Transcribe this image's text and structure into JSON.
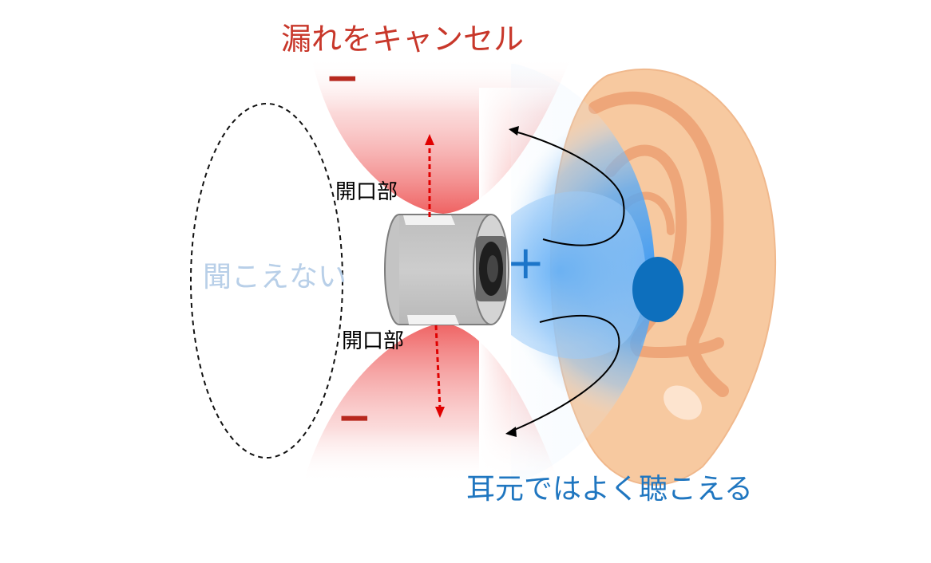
{
  "labels": {
    "cancel_leak": "漏れをキャンセル",
    "audible_at_ear": "耳元ではよく聴こえる",
    "inaudible": "聞こえない",
    "opening_top": "開口部",
    "opening_bottom": "開口部",
    "minus_top": "−",
    "minus_bottom": "−",
    "plus": "+"
  },
  "colors": {
    "cancel_text": "#c8372a",
    "minus_sign": "#b7281e",
    "plus_sign": "#1c75c9",
    "ear_text": "#1f76c0",
    "inaudible_text": "#b8cfe8",
    "label_text": "#000000",
    "red_field": "#ee5a5a",
    "blue_field": "#3f9cf5",
    "ear_skin": "#f7c9a0",
    "ear_shadow": "#eea679",
    "ear_canal": "#0d6fbd",
    "speaker_body": "#c8c8c8",
    "arrow_red": "#e00000"
  },
  "icons": {
    "ear": "ear-illustration",
    "speaker": "speaker-icon"
  }
}
